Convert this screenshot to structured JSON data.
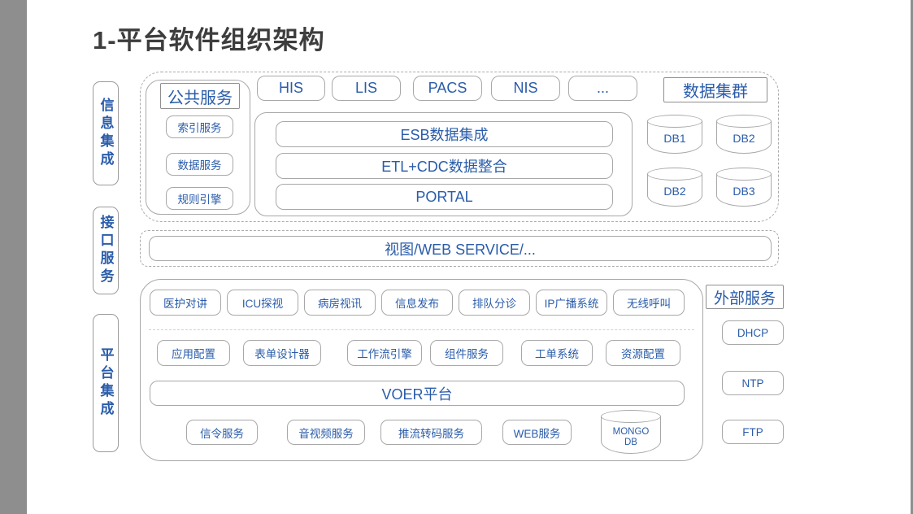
{
  "page": {
    "title": "1-平台软件组织架构"
  },
  "colors": {
    "accent_blue": "#2A5CAA",
    "border_gray": "#A8A8A8",
    "title_text": "#3D3D3D",
    "letterbox_gray": "#8E8E8E"
  },
  "side_labels": [
    {
      "label": "信息集成"
    },
    {
      "label": "接口服务"
    },
    {
      "label": "平台集成"
    }
  ],
  "info_integration": {
    "public_services": {
      "title": "公共服务",
      "items": [
        "索引服务",
        "数据服务",
        "规则引擎"
      ]
    },
    "systems": [
      "HIS",
      "LIS",
      "PACS",
      "NIS",
      "..."
    ],
    "layers": [
      "ESB数据集成",
      "ETL+CDC数据整合",
      "PORTAL"
    ],
    "data_cluster": {
      "title": "数据集群",
      "databases": [
        "DB1",
        "DB2",
        "DB2",
        "DB3"
      ]
    }
  },
  "interface_services": {
    "gateway": "视图/WEB SERVICE/..."
  },
  "platform_integration": {
    "applications": [
      "医护对讲",
      "ICU探视",
      "病房视讯",
      "信息发布",
      "排队分诊",
      "IP广播系统",
      "无线呼叫"
    ],
    "configuration_tools": [
      "应用配置",
      "表单设计器",
      "工作流引擎",
      "组件服务",
      "工单系统",
      "资源配置"
    ],
    "platform": "VOER平台",
    "base_services": [
      "信令服务",
      "音视频服务",
      "推流转码服务",
      "WEB服务"
    ],
    "database": "MONGO DB"
  },
  "external_services": {
    "title": "外部服务",
    "items": [
      "DHCP",
      "NTP",
      "FTP"
    ]
  }
}
